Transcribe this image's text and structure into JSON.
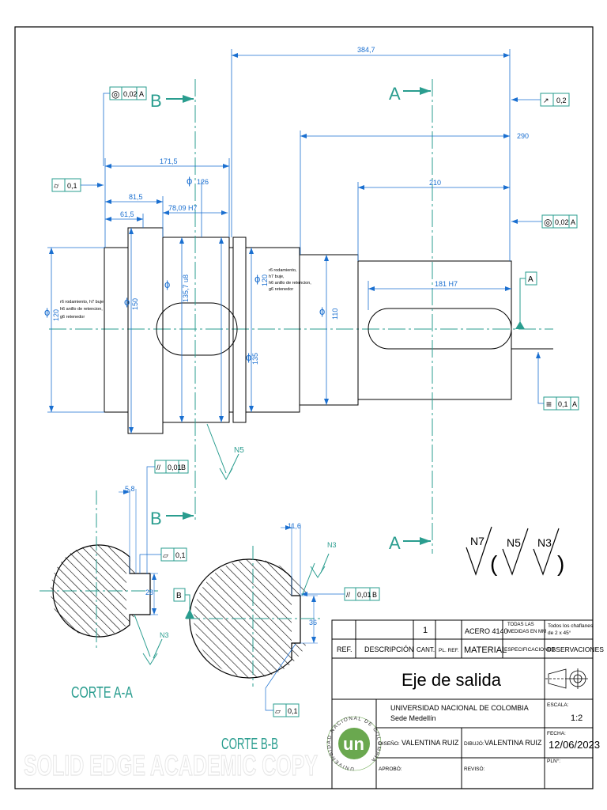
{
  "colors": {
    "dimension": "#1a6fd0",
    "center": "#2a9d8f",
    "frame": "#000000",
    "watermark": "#e9e9e9",
    "logo": "#6aa84f"
  },
  "dimensions": {
    "overall": "384,7",
    "d290": "290",
    "d210": "210",
    "d171_5": "171,5",
    "d81_5": "81,5",
    "d61_5": "61,5",
    "keyway_bore": "78,09  H7",
    "keyway_right": "181  H7",
    "dia_126": "126",
    "dia_120": "120",
    "dia_150": "150",
    "dia_135_7": "135,7  u8",
    "dia_120b": "120",
    "dia_110": "110",
    "dia_135": "135",
    "dia_symbol": "ϕ",
    "sec_a_width": "28",
    "sec_a_depth": "5,8",
    "sec_b_width": "36",
    "sec_b_depth": "11,6"
  },
  "notes": {
    "left_fit": [
      "r6 rodamiento, h7 buje,",
      "h6 anillo de retencion,",
      "g6 retenedor"
    ],
    "mid_fit": [
      "r6 rodamiento,",
      "h7 buje,",
      "h6 anillo de retencion,",
      "g6 retenedor"
    ]
  },
  "tolerances": {
    "concentricity": {
      "symbol": "◎",
      "value": "0,02",
      "datum": "A"
    },
    "cylindricity": {
      "symbol": "⌭",
      "value": "0,1"
    },
    "runout": {
      "symbol": "↗",
      "value": "0,2"
    },
    "concentricity2": {
      "symbol": "◎",
      "value": "0,02",
      "datum": "A"
    },
    "symmetry": {
      "symbol": "≡",
      "value": "0,1",
      "datum": "A"
    },
    "parallel_a": {
      "symbol": "//",
      "value": "0,01",
      "datum": "B"
    },
    "flat_a": {
      "symbol": "▱",
      "value": "0,1"
    },
    "parallel_b": {
      "symbol": "//",
      "value": "0,01",
      "datum": "B"
    },
    "flat_b": {
      "symbol": "▱",
      "value": "0,1"
    }
  },
  "datums": {
    "a": "A",
    "b": "B"
  },
  "section_marks": {
    "top_b": "B",
    "top_a": "A",
    "bottom_b": "B",
    "bottom_a": "A"
  },
  "finish": {
    "n5": "N5",
    "n3a": "N3",
    "n3b": "N3",
    "legend_main": "N7",
    "legend_p1": "N5",
    "legend_p2": "N3",
    "paren_open": "(",
    "paren_close": ")"
  },
  "section_titles": {
    "a": "CORTE A-A",
    "b": "CORTE B-B"
  },
  "watermark": "SOLID EDGE ACADEMIC COPY",
  "title_block": {
    "qty": "1",
    "material_value": "ACERO 4140",
    "spec_value": [
      "TODAS LAS",
      "MEDIDAS EN MM"
    ],
    "obs_value": [
      "Todos los chaflanes",
      "de 2 x 45°"
    ],
    "h_ref": "REF.",
    "h_desc": "DESCRIPCIÓN",
    "h_cant": "CANT.",
    "h_plref": "PL. REF.",
    "h_material": "MATERIAL",
    "h_spec": "ESPECIFICACIONES",
    "h_obs": "OBSERVACIONES",
    "title": "Eje de salida",
    "university": "UNIVERSIDAD NACIONAL DE COLOMBIA",
    "campus": "Sede Medellín",
    "scale_label": "ESCALA:",
    "scale": "1:2",
    "design_label": "DISEÑO:",
    "design": "VALENTINA RUIZ",
    "draw_label": "DIBUJÓ:",
    "draw": "VALENTINA RUIZ",
    "date_label": "FECHA:",
    "date": "12/06/2023",
    "plan_label": "PLN°:",
    "approved_label": "APROBÓ:",
    "reviewed_label": "REVISÓ:",
    "logo_text": "un",
    "logo_ring": "UNIVERSIDAD NACIONAL DE COLOMBIA"
  }
}
